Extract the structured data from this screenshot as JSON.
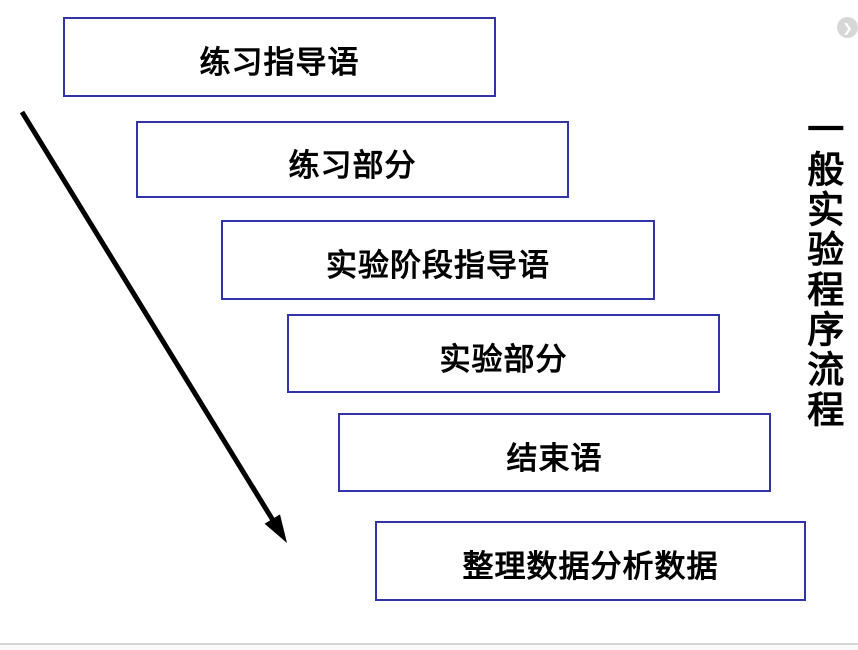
{
  "slide": {
    "title": "一般实验程序流程",
    "boxes": [
      {
        "label": "练习指导语"
      },
      {
        "label": "练习部分"
      },
      {
        "label": "实验阶段指导语"
      },
      {
        "label": "实验部分"
      },
      {
        "label": "结束语"
      },
      {
        "label": "整理数据分析数据"
      }
    ],
    "colors": {
      "box_border": "#3333a8",
      "arrow": "#000000",
      "text": "#000000",
      "background": "#ffffff"
    },
    "corner_button": {
      "icon": "chevron-right-icon",
      "glyph": "❯"
    }
  }
}
